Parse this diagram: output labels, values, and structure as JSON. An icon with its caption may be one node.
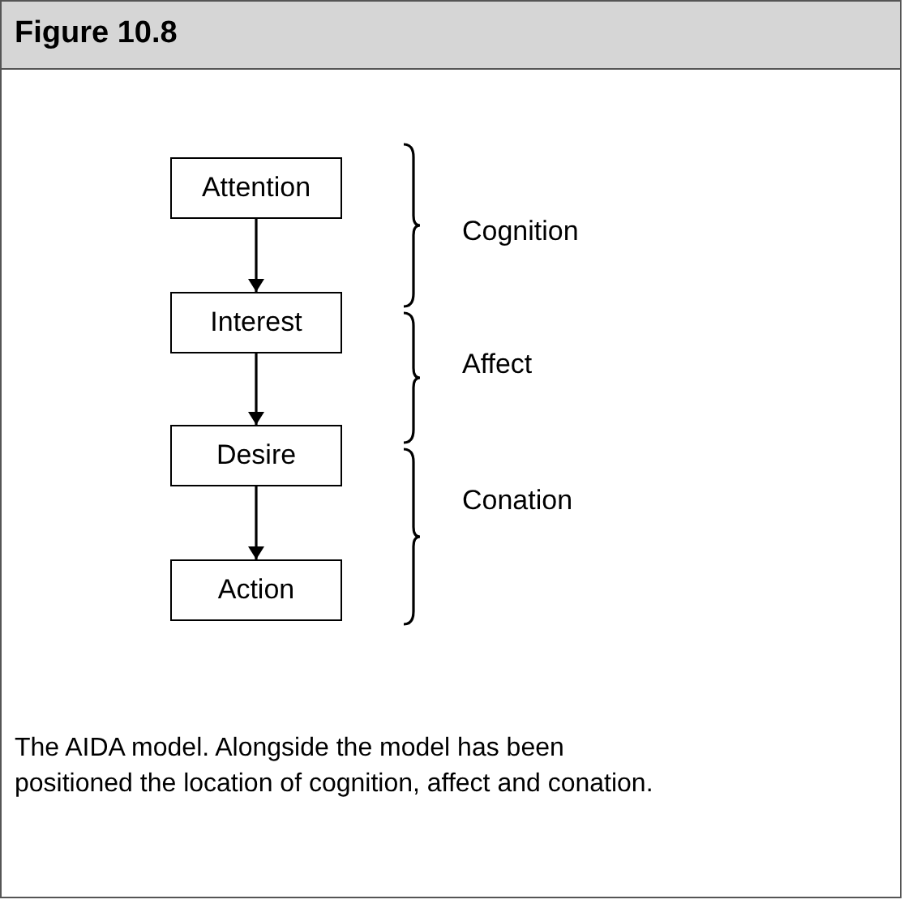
{
  "diagram": {
    "title": "Figure 10.8",
    "caption": "The AIDA model. Alongside the model has been positioned the location of cognition, affect and conation.",
    "nodes": [
      {
        "text": [
          "Attention"
        ]
      },
      {
        "text": [
          "Interest"
        ]
      },
      {
        "text": [
          "Desire"
        ]
      },
      {
        "text": [
          "Action"
        ]
      }
    ],
    "edges": [
      {
        "from": 0,
        "to": 1,
        "arrow": "to"
      },
      {
        "from": 1,
        "to": 2,
        "arrow": "to"
      },
      {
        "from": 2,
        "to": 3,
        "arrow": "to"
      }
    ],
    "labels": [
      "Cognition",
      "Affect",
      "Conation"
    ]
  }
}
